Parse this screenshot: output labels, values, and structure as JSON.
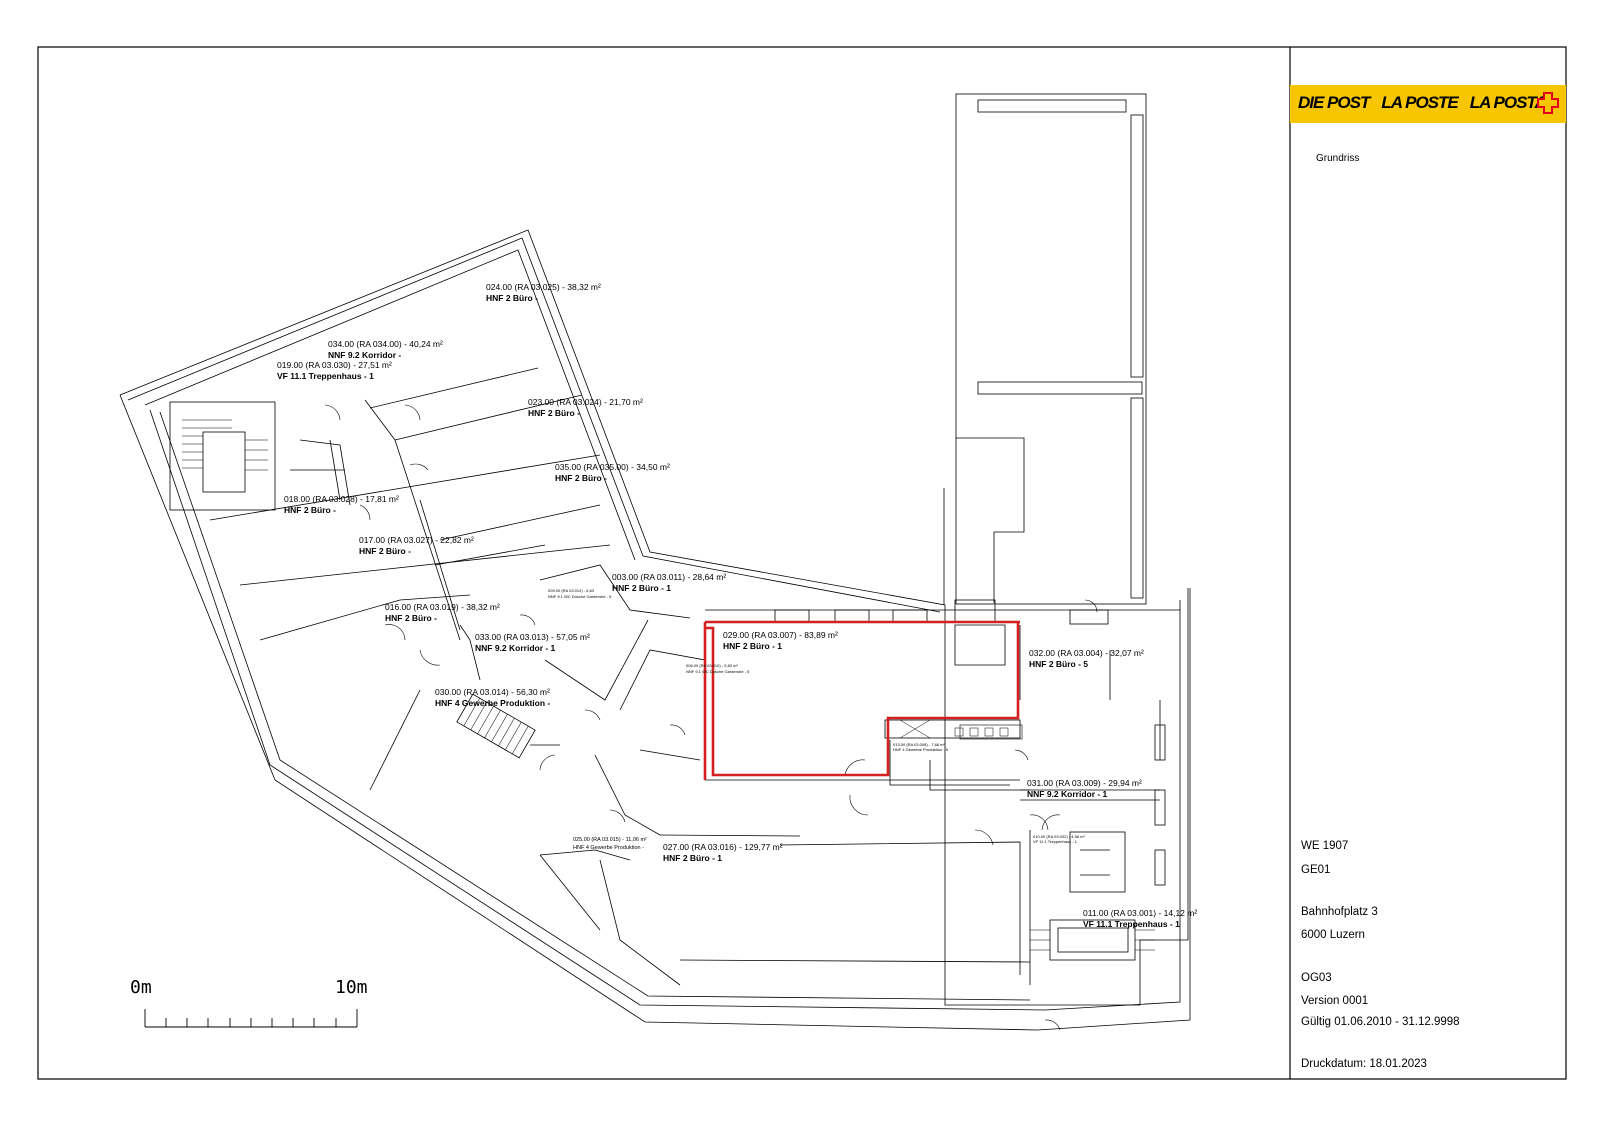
{
  "panel": {
    "logo": [
      "DIE POST",
      "LA POSTE",
      "LA POSTA"
    ],
    "title": "Grundriss",
    "we": "WE 1907",
    "ge": "GE01",
    "street": "Bahnhofplatz 3",
    "city": "6000 Luzern",
    "floor": "OG03",
    "version": "Version 0001",
    "validity": "Gültig 01.06.2010 - 31.12.9998",
    "print_date": "Druckdatum: 18.01.2023"
  },
  "scale": {
    "start": "0m",
    "end": "10m"
  },
  "rooms": [
    {
      "id": "024",
      "line1": "024.00 (RA 03.025) - 38,32 m²",
      "line2": "HNF 2 Büro -"
    },
    {
      "id": "034",
      "line1": "034.00 (RA 034.00) - 40,24 m²",
      "line2": "NNF 9.2 Korridor -"
    },
    {
      "id": "019",
      "line1": "019.00 (RA 03.030) - 27,51 m²",
      "line2": "VF 11.1 Treppenhaus - 1"
    },
    {
      "id": "023",
      "line1": "023.00 (RA 03.024) - 21,70 m²",
      "line2": "HNF 2 Büro -"
    },
    {
      "id": "035",
      "line1": "035.00 (RA 035.00) - 34,50 m²",
      "line2": "HNF 2 Büro -"
    },
    {
      "id": "018",
      "line1": "018.00 (RA 03.028) - 17,81 m²",
      "line2": "HNF 2 Büro -"
    },
    {
      "id": "017",
      "line1": "017.00 (RA 03.027) - 22,82 m²",
      "line2": "HNF 2 Büro -"
    },
    {
      "id": "003",
      "line1": "003.00 (RA 03.011) - 28,64 m²",
      "line2": "HNF 2 Büro - 1"
    },
    {
      "id": "016",
      "line1": "016.00 (RA 03.019) - 38,32 m²",
      "line2": "HNF 2 Büro -"
    },
    {
      "id": "033",
      "line1": "033.00 (RA 03.013) - 57,05 m²",
      "line2": "NNF 9.2 Korridor - 1"
    },
    {
      "id": "029",
      "line1": "029.00 (RA 03.007) - 83,89 m²",
      "line2": "HNF 2 Büro - 1"
    },
    {
      "id": "032",
      "line1": "032.00 (RA 03.004) - 32,07 m²",
      "line2": "HNF 2 Büro - 5"
    },
    {
      "id": "030",
      "line1": "030.00 (RA 03.014) - 56,30 m²",
      "line2": "HNF 4 Gewerbe Produktion -"
    },
    {
      "id": "031",
      "line1": "031.00 (RA 03.009) - 29,94 m²",
      "line2": "NNF 9.2 Korridor - 1"
    },
    {
      "id": "027",
      "line1": "027.00 (RA 03.016) - 129,77 m²",
      "line2": "HNF 2 Büro - 1"
    },
    {
      "id": "011",
      "line1": "011.00 (RA 03.001) - 14,12 m²",
      "line2": "VF 11.1 Treppenhaus - 1"
    }
  ],
  "small_rooms": [
    {
      "id": "009",
      "line1": "009.00 (RA 03.012) - 6,63",
      "line2": "NNF 9.1 WC Dusche Garderobe - 5"
    },
    {
      "id": "006",
      "line1": "006.00 (RA 03.010) - 5,83 m²",
      "line2": "NNF 9.1 WC Dusche Garderobe - 5"
    },
    {
      "id": "025",
      "line1": "025.00 (RA 03.015) - 11,06 m²",
      "line2": "HNF 4 Gewerbe Produktion -"
    },
    {
      "id": "013",
      "line1": "013.00 (RA 03.008) - 7,68 m²",
      "line2": "HNF 4 Gewerbe Produktion - 5"
    },
    {
      "id": "010",
      "line1": "010.00 (RA 03.002) - 4,58 m²",
      "line2": "VF 11.1 Treppenhaus - 1"
    }
  ],
  "colors": {
    "highlight": "#d62020",
    "logo_yellow": "#f7c600",
    "swiss_red": "#e2001a"
  }
}
